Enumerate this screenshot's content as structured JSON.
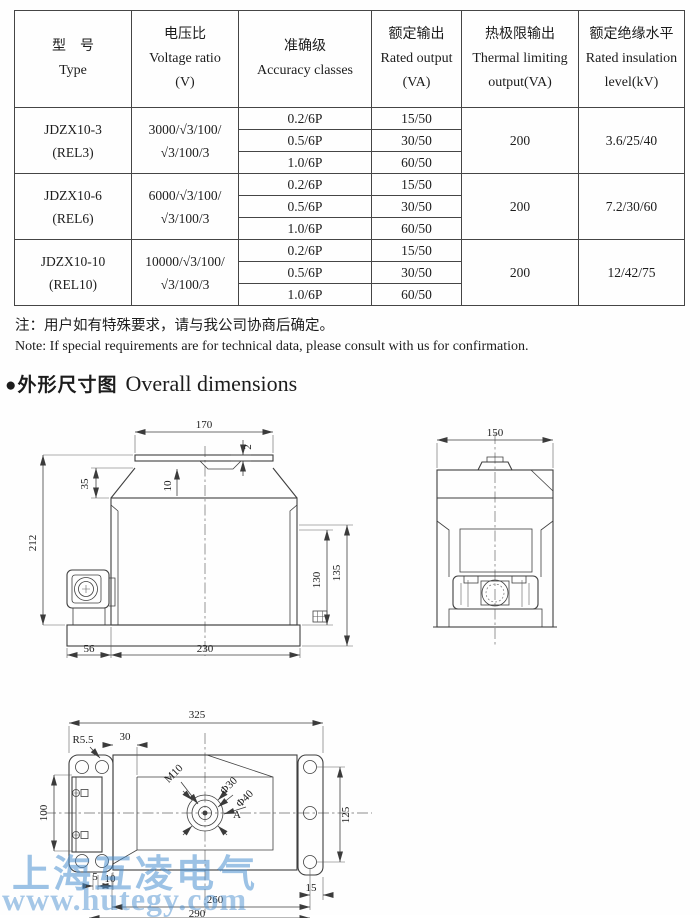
{
  "table": {
    "headers": [
      {
        "cn": "型　号",
        "en": "Type",
        "sub": ""
      },
      {
        "cn": "电压比",
        "en": "Voltage ratio",
        "sub": "(V)"
      },
      {
        "cn": "准确级",
        "en": "Accuracy classes",
        "sub": ""
      },
      {
        "cn": "额定输出",
        "en": "Rated output",
        "sub": "(VA)"
      },
      {
        "cn": "热极限输出",
        "en": "Thermal limiting",
        "sub": "output(VA)"
      },
      {
        "cn": "额定绝缘水平",
        "en": "Rated insulation",
        "sub": "level(kV)"
      }
    ],
    "groups": [
      {
        "type1": "JDZX10-3",
        "type2": "(REL3)",
        "ratio1": "3000/√3/100/",
        "ratio2": "√3/100/3",
        "rows": [
          {
            "acc": "0.2/6P",
            "out": "15/50"
          },
          {
            "acc": "0.5/6P",
            "out": "30/50"
          },
          {
            "acc": "1.0/6P",
            "out": "60/50"
          }
        ],
        "thermal": "200",
        "insulation": "3.6/25/40"
      },
      {
        "type1": "JDZX10-6",
        "type2": "(REL6)",
        "ratio1": "6000/√3/100/",
        "ratio2": "√3/100/3",
        "rows": [
          {
            "acc": "0.2/6P",
            "out": "15/50"
          },
          {
            "acc": "0.5/6P",
            "out": "30/50"
          },
          {
            "acc": "1.0/6P",
            "out": "60/50"
          }
        ],
        "thermal": "200",
        "insulation": "7.2/30/60"
      },
      {
        "type1": "JDZX10-10",
        "type2": "(REL10)",
        "ratio1": "10000/√3/100/",
        "ratio2": "√3/100/3",
        "rows": [
          {
            "acc": "0.2/6P",
            "out": "15/50"
          },
          {
            "acc": "0.5/6P",
            "out": "30/50"
          },
          {
            "acc": "1.0/6P",
            "out": "60/50"
          }
        ],
        "thermal": "200",
        "insulation": "12/42/75"
      }
    ]
  },
  "notes": {
    "cn": "注：用户如有特殊要求，请与我公司协商后确定。",
    "en": "Note: If special requirements are for technical data, please consult with us for confirmation."
  },
  "section": {
    "bullet_cn": "●外形尺寸图",
    "en": "Overall dimensions"
  },
  "dims": {
    "front": {
      "w170": "170",
      "t2": "2",
      "h35": "35",
      "h10": "10",
      "h212": "212",
      "h130": "130",
      "h135": "135",
      "w56": "56",
      "w230": "230"
    },
    "end": {
      "w150": "150"
    },
    "top": {
      "w325": "325",
      "r55": "R5.5",
      "w30": "30",
      "m10": "M10",
      "p30": "Φ30",
      "p40": "Φ40",
      "a": "A",
      "h100": "100",
      "h125": "125",
      "w15": "15",
      "w5": "5",
      "w10": "10",
      "w260": "260",
      "w290": "290"
    }
  },
  "watermark": {
    "line1": "上海互凌电气",
    "line2": "www.hutegy.com",
    "color": "#4b90d0"
  }
}
